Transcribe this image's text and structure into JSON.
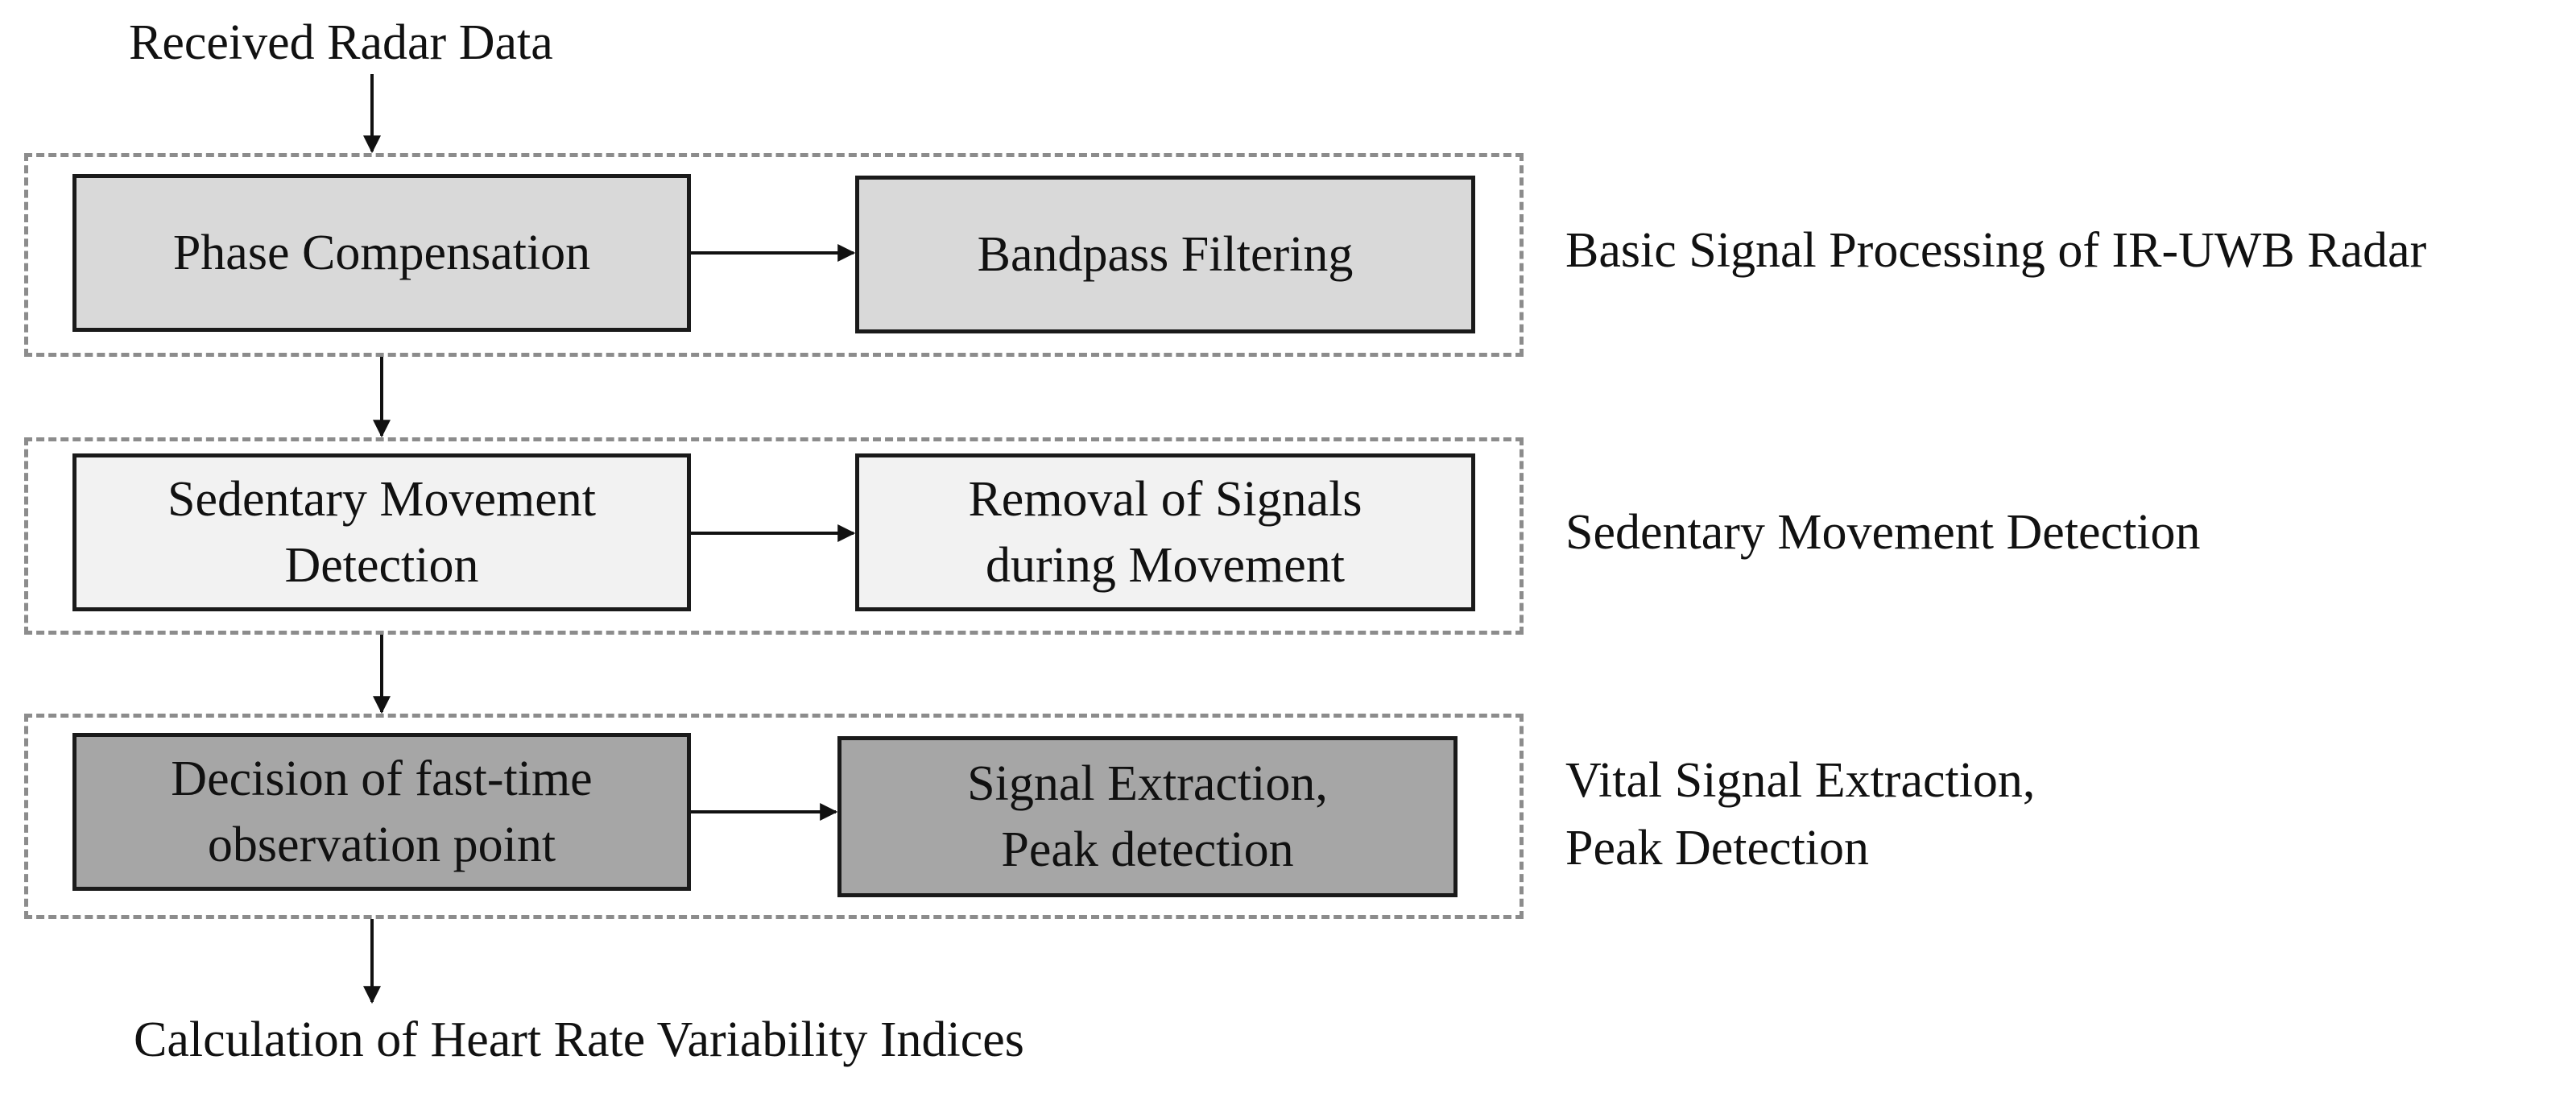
{
  "input_label": "Received Radar Data",
  "output_label": "Calculation of Heart Rate Variability Indices",
  "stages": [
    {
      "label": [
        "Basic Signal Processing of IR-UWB Radar"
      ],
      "fill_color": "#d9d9d9",
      "steps": [
        {
          "lines": [
            "Phase Compensation"
          ]
        },
        {
          "lines": [
            "Bandpass Filtering"
          ]
        }
      ]
    },
    {
      "label": [
        "Sedentary Movement Detection"
      ],
      "fill_color": "#f2f2f2",
      "steps": [
        {
          "lines": [
            "Sedentary Movement",
            "Detection"
          ]
        },
        {
          "lines": [
            "Removal of Signals",
            "during Movement"
          ]
        }
      ]
    },
    {
      "label": [
        "Vital Signal Extraction,",
        "Peak Detection"
      ],
      "fill_color": "#a6a6a6",
      "steps": [
        {
          "lines": [
            "Decision of fast-time",
            "observation point"
          ]
        },
        {
          "lines": [
            "Signal Extraction,",
            "Peak detection"
          ]
        }
      ]
    }
  ],
  "colors": {
    "box_border": "#1a1a1a",
    "group_border": "#8c8c8c",
    "arrow": "#111111"
  }
}
